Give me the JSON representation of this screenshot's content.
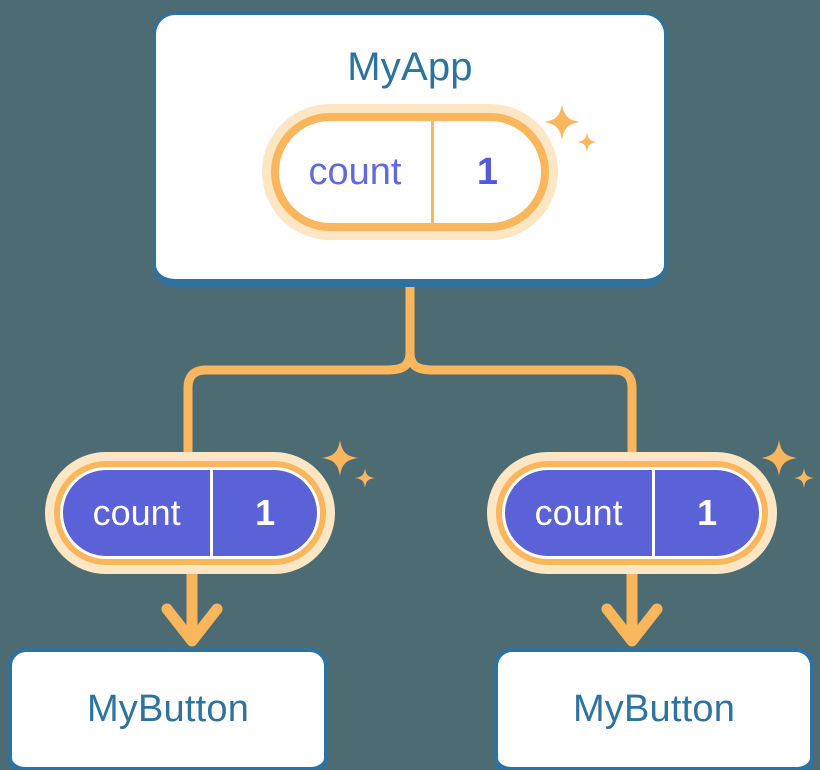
{
  "background_color": "#4d6b73",
  "palette": {
    "card_border_blue": "#2e72a0",
    "title_blue": "#2e72a0",
    "pill_ring_orange": "#f9b65d",
    "pill_halo_orange": "#fce6c4",
    "pill_fill_indigo": "#5b61d6",
    "pill_text_indigo": "#6169e0",
    "card_fill_white": "#ffffff",
    "connector_orange": "#f9b65d"
  },
  "root": {
    "title": "MyApp",
    "state_pill": {
      "key": "count",
      "value": "1",
      "style": "light",
      "sparkle": "sparkle-icon"
    }
  },
  "children": [
    {
      "state_pill": {
        "key": "count",
        "value": "1",
        "style": "dark",
        "sparkle": "sparkle-icon"
      },
      "card_label": "MyButton"
    },
    {
      "state_pill": {
        "key": "count",
        "value": "1",
        "style": "dark",
        "sparkle": "sparkle-icon"
      },
      "card_label": "MyButton"
    }
  ],
  "connectors": {
    "trunk": "vertical-line-from-root-card",
    "branch": "tee-split-to-two-children",
    "arrows": [
      "arrow-down-left",
      "arrow-down-right"
    ]
  }
}
